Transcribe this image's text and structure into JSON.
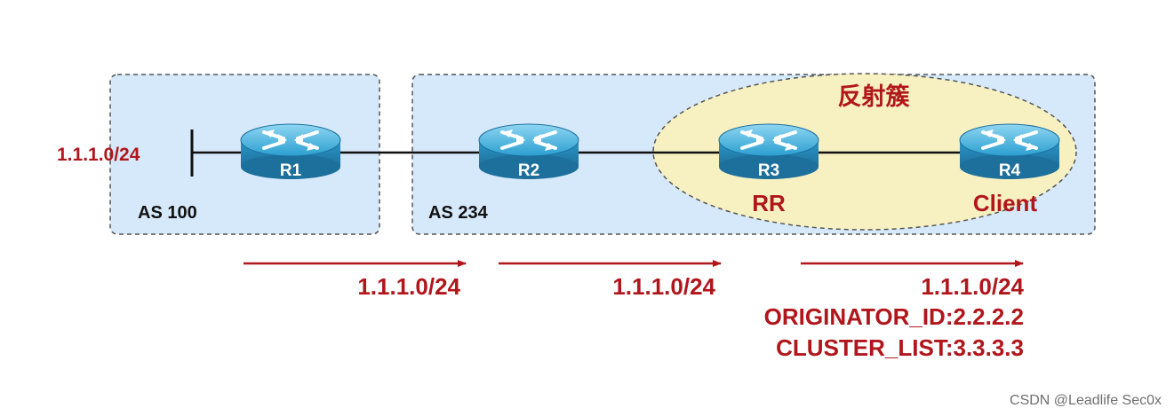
{
  "as_boxes": [
    {
      "label": "AS 100"
    },
    {
      "label": "AS 234"
    }
  ],
  "cluster": {
    "label": "反射簇"
  },
  "prefix_label": "1.1.1.0/24",
  "routers": [
    {
      "name": "R1",
      "role": ""
    },
    {
      "name": "R2",
      "role": ""
    },
    {
      "name": "R3",
      "role": "RR"
    },
    {
      "name": "R4",
      "role": "Client"
    }
  ],
  "advertisements": [
    {
      "lines": [
        "1.1.1.0/24"
      ]
    },
    {
      "lines": [
        "1.1.1.0/24"
      ]
    },
    {
      "lines": [
        "1.1.1.0/24",
        "ORIGINATOR_ID:2.2.2.2",
        "CLUSTER_LIST:3.3.3.3"
      ]
    }
  ],
  "watermark": "CSDN @Leadlife Sec0x",
  "colors": {
    "accent_red": "#b0161b",
    "as_box_fill": "#d6e9fa",
    "cluster_fill": "#f7f1c2",
    "router_blue": "#2a9fd0"
  }
}
